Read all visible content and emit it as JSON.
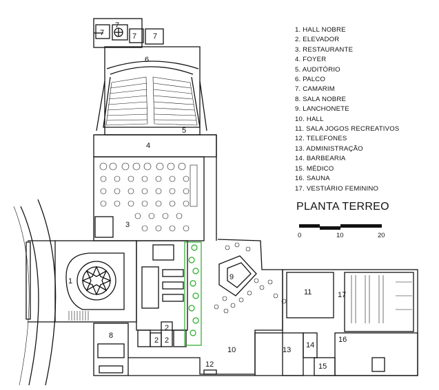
{
  "legend": [
    {
      "num": "1.",
      "name": "HALL NOBRE"
    },
    {
      "num": "2.",
      "name": "ELEVADOR"
    },
    {
      "num": "3.",
      "name": "RESTAURANTE"
    },
    {
      "num": "4.",
      "name": "FOYER"
    },
    {
      "num": "5.",
      "name": "AUDITÓRIO"
    },
    {
      "num": "6.",
      "name": "PALCO"
    },
    {
      "num": "7.",
      "name": "CAMARIM"
    },
    {
      "num": "8.",
      "name": "SALA NOBRE"
    },
    {
      "num": "9.",
      "name": "LANCHONETE"
    },
    {
      "num": "10.",
      "name": "HALL"
    },
    {
      "num": "11.",
      "name": "SALA JOGOS RECREATIVOS"
    },
    {
      "num": "12.",
      "name": "TELEFONES"
    },
    {
      "num": "13.",
      "name": "ADMINISTRAÇÃO"
    },
    {
      "num": "14.",
      "name": "BARBEARIA"
    },
    {
      "num": "15.",
      "name": "MÉDICO"
    },
    {
      "num": "16.",
      "name": "SAUNA"
    },
    {
      "num": "17.",
      "name": "VESTIÁRIO FEMININO"
    }
  ],
  "title": "PLANTA TERREO",
  "scale": {
    "labels": [
      "0",
      "10",
      "20"
    ]
  },
  "room_labels": {
    "r1": "1",
    "r2a": "2",
    "r2b": "2",
    "r2c": "2",
    "r3": "3",
    "r4": "4",
    "r5": "5",
    "r6": "6",
    "r7a": "7",
    "r7b": "7",
    "r7c": "7",
    "r7d": "7",
    "r8": "8",
    "r9": "9",
    "r10": "10",
    "r11": "11",
    "r12": "12",
    "r13": "13",
    "r14": "14",
    "r15": "15",
    "r16": "16",
    "r17": "17"
  },
  "colors": {
    "line": "#111111",
    "planter": "#22aa22",
    "background": "#ffffff"
  }
}
